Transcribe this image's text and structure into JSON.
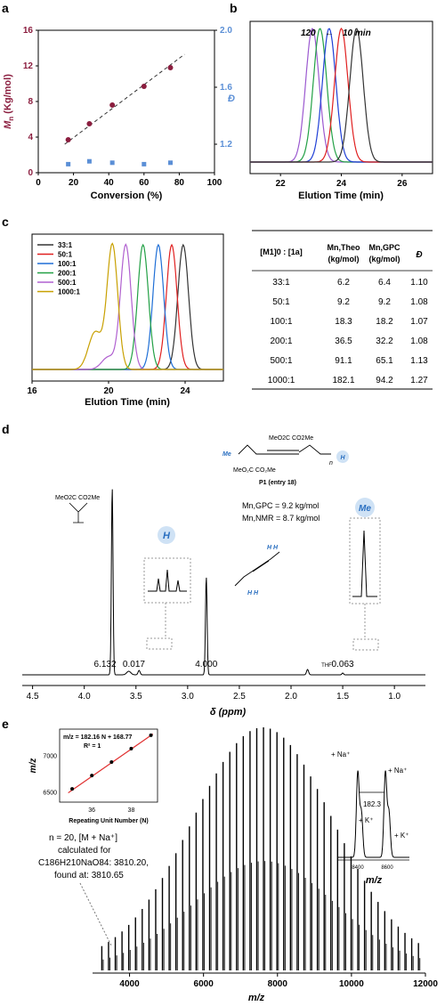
{
  "panels": {
    "a": "a",
    "b": "b",
    "c": "c",
    "d": "d",
    "e": "e"
  },
  "chart_data": [
    {
      "id": "a",
      "type": "scatter",
      "xlabel": "Conversion (%)",
      "ylabel_left_main": "M",
      "ylabel_left_sub": "n",
      "ylabel_left_unit": " (Kg/mol)",
      "ylabel_right": "Đ",
      "xlim": [
        0,
        100
      ],
      "ylim_left": [
        0,
        16
      ],
      "ylim_right": [
        1.0,
        2.0
      ],
      "xticks": [
        "0",
        "20",
        "40",
        "60",
        "80",
        "100"
      ],
      "yticks_left": [
        "0",
        "4",
        "8",
        "12",
        "16"
      ],
      "yticks_right": [
        "1.2",
        "1.6",
        "2.0"
      ],
      "colors": {
        "left": "#8b1e3f",
        "right": "#5b8fd6"
      },
      "series": [
        {
          "name": "Mn",
          "axis": "left",
          "x": [
            17,
            29,
            42,
            60,
            75
          ],
          "y": [
            3.7,
            5.5,
            7.6,
            9.7,
            11.8
          ]
        },
        {
          "name": "Đ",
          "axis": "right",
          "x": [
            17,
            29,
            42,
            60,
            75
          ],
          "y": [
            1.06,
            1.08,
            1.07,
            1.06,
            1.07
          ]
        }
      ],
      "fit": {
        "x": [
          15,
          83
        ],
        "y": [
          3.2,
          13.3
        ]
      }
    },
    {
      "id": "b",
      "type": "line",
      "xlabel": "Elution Time (min)",
      "xlim": [
        21,
        27
      ],
      "xticks": [
        "22",
        "24",
        "26"
      ],
      "annotations": [
        "120",
        "←",
        "10 min"
      ],
      "series": [
        {
          "center": 23.05,
          "color": "#9b59d0"
        },
        {
          "center": 23.3,
          "color": "#22a045"
        },
        {
          "center": 23.6,
          "color": "#1f3fd6"
        },
        {
          "center": 24.0,
          "color": "#e02020"
        },
        {
          "center": 24.5,
          "color": "#333333"
        }
      ]
    },
    {
      "id": "c",
      "type": "line",
      "xlabel": "Elution Time (min)",
      "xlim": [
        16,
        26
      ],
      "xticks": [
        "16",
        "20",
        "24"
      ],
      "legend": "top-left",
      "series": [
        {
          "name": "33:1",
          "center": 23.9,
          "color": "#333333"
        },
        {
          "name": "50:1",
          "center": 23.3,
          "color": "#e02020"
        },
        {
          "name": "100:1",
          "center": 22.6,
          "color": "#1f6fd6"
        },
        {
          "name": "200:1",
          "center": 21.8,
          "color": "#22a045"
        },
        {
          "name": "500:1",
          "center": 20.9,
          "color": "#b060d0"
        },
        {
          "name": "1000:1",
          "center": 20.2,
          "color": "#c8a000"
        }
      ]
    },
    {
      "id": "c-table",
      "type": "table",
      "headers": [
        "[M1]0 : [1a]",
        "Mn,Theo (kg/mol)",
        "Mn,GPC (kg/mol)",
        "Đ"
      ],
      "rows": [
        [
          "33:1",
          "6.2",
          "6.4",
          "1.10"
        ],
        [
          "50:1",
          "9.2",
          "9.2",
          "1.08"
        ],
        [
          "100:1",
          "18.3",
          "18.2",
          "1.07"
        ],
        [
          "200:1",
          "36.5",
          "32.2",
          "1.08"
        ],
        [
          "500:1",
          "91.1",
          "65.1",
          "1.13"
        ],
        [
          "1000:1",
          "182.1",
          "94.2",
          "1.27"
        ]
      ]
    },
    {
      "id": "d",
      "type": "line",
      "xlabel": "δ (ppm)",
      "xlim": [
        4.6,
        0.7
      ],
      "xticks": [
        "4.5",
        "4.0",
        "3.5",
        "3.0",
        "2.5",
        "2.0",
        "1.5",
        "1.0"
      ],
      "integrals": [
        "6.132",
        "0.017",
        "4.000",
        "0.063"
      ],
      "peak_labels": [
        "THF"
      ],
      "badges": [
        "H",
        "Me"
      ],
      "structure_labels": {
        "top_ester": "MeO2C  CO2Me",
        "left_ester": "MeO2C  CO2Me",
        "compound": "P1 (entry 18)",
        "n": "n"
      },
      "mn_gpc": "Mn,GPC = 9.2 kg/mol",
      "mn_nmr": "Mn,NMR = 8.7 kg/mol"
    },
    {
      "id": "e",
      "type": "bar",
      "xlabel": "m/z",
      "xlim": [
        3000,
        12000
      ],
      "xticks": [
        "4000",
        "6000",
        "8000",
        "10000",
        "12000"
      ],
      "spacing": 182.16,
      "peak_center": 7600,
      "inset_fit": {
        "type": "scatter",
        "xlabel": "Repeating Unit Number (N)",
        "ylabel": "m/z",
        "equation": "m/z = 182.16 N + 168.77",
        "r2": "R² = 1",
        "xticks": [
          "36",
          "38"
        ],
        "yticks": [
          "6500",
          "7000"
        ],
        "x": [
          35,
          36,
          37,
          38,
          39
        ],
        "y": [
          6544,
          6726,
          6909,
          7091,
          7273
        ]
      },
      "inset_zoom": {
        "labels": [
          "+ Na⁺",
          "+ Na⁺",
          "+ K⁺",
          "+ K⁺",
          "182.3"
        ],
        "xticks": [
          "8400",
          "8600"
        ],
        "xlabel": "m/z"
      },
      "annotation": [
        "n = 20, [M + Na⁺]",
        "calculated for",
        "C186H210NaO84: 3810.20,",
        "found at: 3810.65"
      ]
    }
  ]
}
